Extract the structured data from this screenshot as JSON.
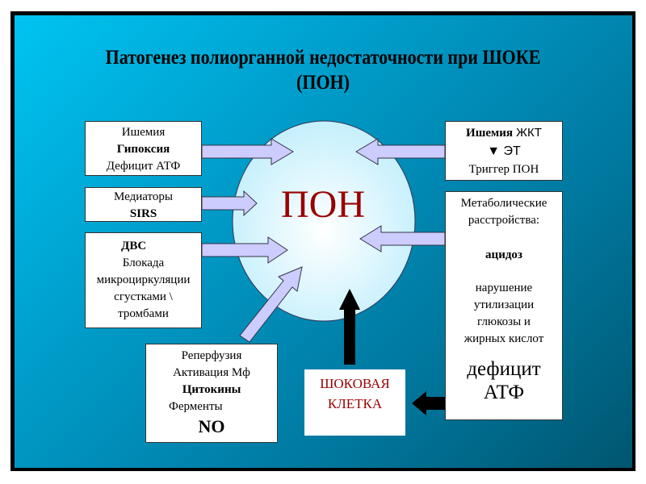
{
  "title": {
    "line1": "Патогенез полиорганной недостаточности при ШОКЕ",
    "line2": "(ПОН)"
  },
  "center": {
    "label": "ПОН"
  },
  "box_ischemia": {
    "l1": "Ишемия",
    "l2": "Гипоксия",
    "l3": "Дефицит АТФ"
  },
  "box_mediators": {
    "l1": "Медиаторы",
    "l2": "SIRS"
  },
  "box_dvs": {
    "l1": "ДВС",
    "l2": "Блокада",
    "l3": "микроциркуляции",
    "l4": "сгустками \\",
    "l5": "тромбами"
  },
  "box_reperfusion": {
    "l1": "Реперфузия",
    "l2": "Активация Мф",
    "l3": "Цитокины",
    "l4": "Ферменты",
    "l5": "NO"
  },
  "box_shock_cell": {
    "l1": "ШОКОВАЯ",
    "l2": "КЛЕТКА"
  },
  "box_gi": {
    "l1a": "Ишемия",
    "l1b": " ЖКТ",
    "l2": "▼ ЭТ",
    "l3": "Триггер ПОН"
  },
  "box_metabolic": {
    "l1": "Метаболические",
    "l2": "расстройства:",
    "l3": "ацидоз",
    "l4": "нарушение",
    "l5": "утилизации",
    "l6": "глюкозы и",
    "l7": "жирных кислот",
    "l8": "дефицит",
    "l9": "АТФ"
  },
  "colors": {
    "arrow_fill": "#ccccff",
    "accent_red": "#990000",
    "circle_fill": "#d8f6ff"
  }
}
